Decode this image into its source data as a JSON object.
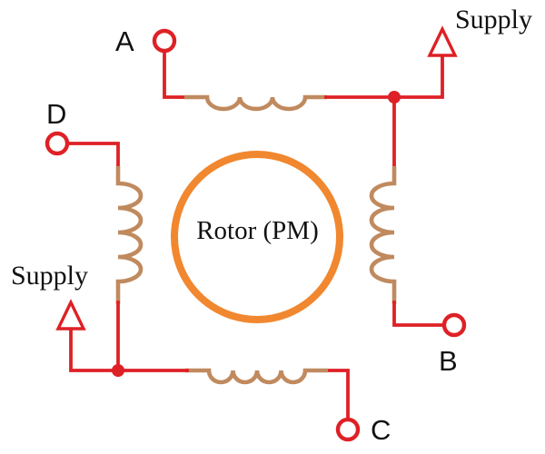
{
  "labels": {
    "terminal_a": "A",
    "terminal_b": "B",
    "terminal_c": "C",
    "terminal_d": "D",
    "supply_top_right": "Supply",
    "supply_bottom_left": "Supply",
    "rotor": "Rotor (PM)"
  },
  "colors": {
    "wire_red": "#de2126",
    "coil_tan": "#c08a5f",
    "rotor_orange": "#f1872f",
    "text_black": "#111111",
    "background": "#ffffff"
  }
}
